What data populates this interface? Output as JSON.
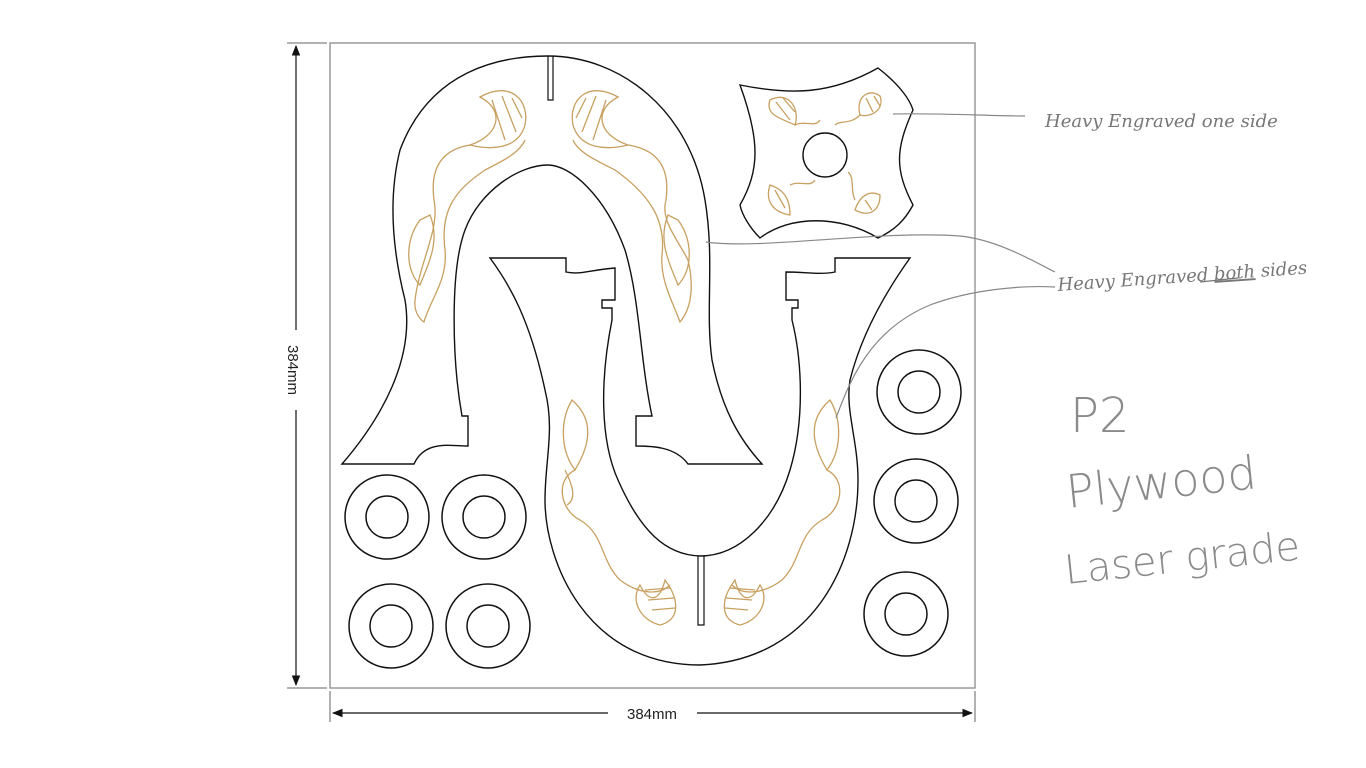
{
  "dimensions": {
    "width_label": "384mm",
    "height_label": "384mm"
  },
  "annotations": {
    "one_side": "Heavy Engraved one side",
    "both_prefix": "Heavy Engraved ",
    "both_emph": "both",
    "both_suffix": " sides",
    "panel_id": "P2",
    "material_line1": "Plywood",
    "material_line2": "Laser grade"
  },
  "colors": {
    "cut": "#111111",
    "engrave": "#c8a060",
    "sheet": "#9a9a9a",
    "leader": "#888888"
  }
}
